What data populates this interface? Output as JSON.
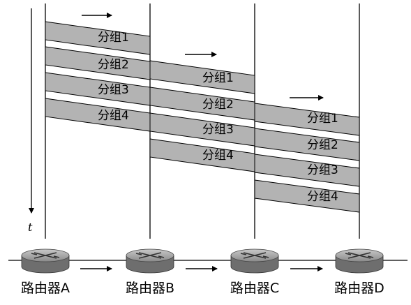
{
  "time_axis": {
    "label": "t"
  },
  "routers": [
    {
      "name": "路由器A"
    },
    {
      "name": "路由器B"
    },
    {
      "name": "路由器C"
    },
    {
      "name": "路由器D"
    }
  ],
  "hops": [
    {
      "packets": [
        "分组1",
        "分组2",
        "分组3",
        "分组4"
      ]
    },
    {
      "packets": [
        "分组1",
        "分组2",
        "分组3",
        "分组4"
      ]
    },
    {
      "packets": [
        "分组1",
        "分组2",
        "分组3",
        "分组4"
      ]
    }
  ],
  "colors": {
    "packet_fill": "#b3b3b3",
    "line": "#000000",
    "router_body": "#6e6e6e",
    "router_top": "#a8a8a8"
  }
}
